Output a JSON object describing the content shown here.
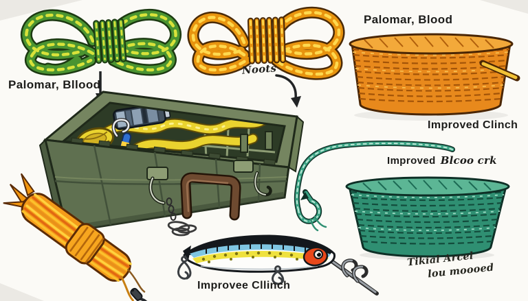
{
  "title": "Fishing tackle illustration",
  "labels": {
    "top_left_caption": "Palomar, Bllood",
    "center_knot_caption": "Noots",
    "top_right_caption": "Palomar, Blood",
    "improved_clinch_caption": "Improved Clinch",
    "mid_right_caption_print": "Improved",
    "mid_right_caption_script": "Blcoo crk",
    "bottom_right_script_line1": "Tikial Arcel",
    "bottom_right_script_line2": "lou moooed",
    "lure_caption": "Improvee Cllinch"
  },
  "illustration_items": [
    "green-yellow rope knot bow",
    "orange rope knot bow",
    "spool of orange fishing line",
    "spool of teal fishing line",
    "teal line ending in barbed fish hook",
    "olive tackle box with yellow rope, pink rope, reel, latches, handle, hanging hooks",
    "orange line hank with snap swivel",
    "minnow lure with treble hooks",
    "down arrow",
    "curved arrow"
  ],
  "palette": {
    "background": "#fbfaf6",
    "ink": "#222426",
    "rope_green": "#4a9431",
    "rope_green_highlight": "#d8e23a",
    "rope_orange": "#e8940f",
    "rope_orange_highlight": "#ffd94e",
    "spool_orange": "#e8891c",
    "spool_orange_rim": "#f3a93a",
    "spool_teal": "#2f8f72",
    "spool_teal_rim": "#5cb695",
    "box_olive": "#5f7050",
    "box_olive_light": "#8d9d74",
    "handle_brown": "#6e4a30",
    "rope_pink": "#f2a9c4",
    "rope_yellow": "#ead32f",
    "hank_orange": "#f49b1a",
    "lure_blue": "#7fc6e2",
    "lure_yellow": "#efe13e",
    "lure_red": "#e8481a"
  }
}
